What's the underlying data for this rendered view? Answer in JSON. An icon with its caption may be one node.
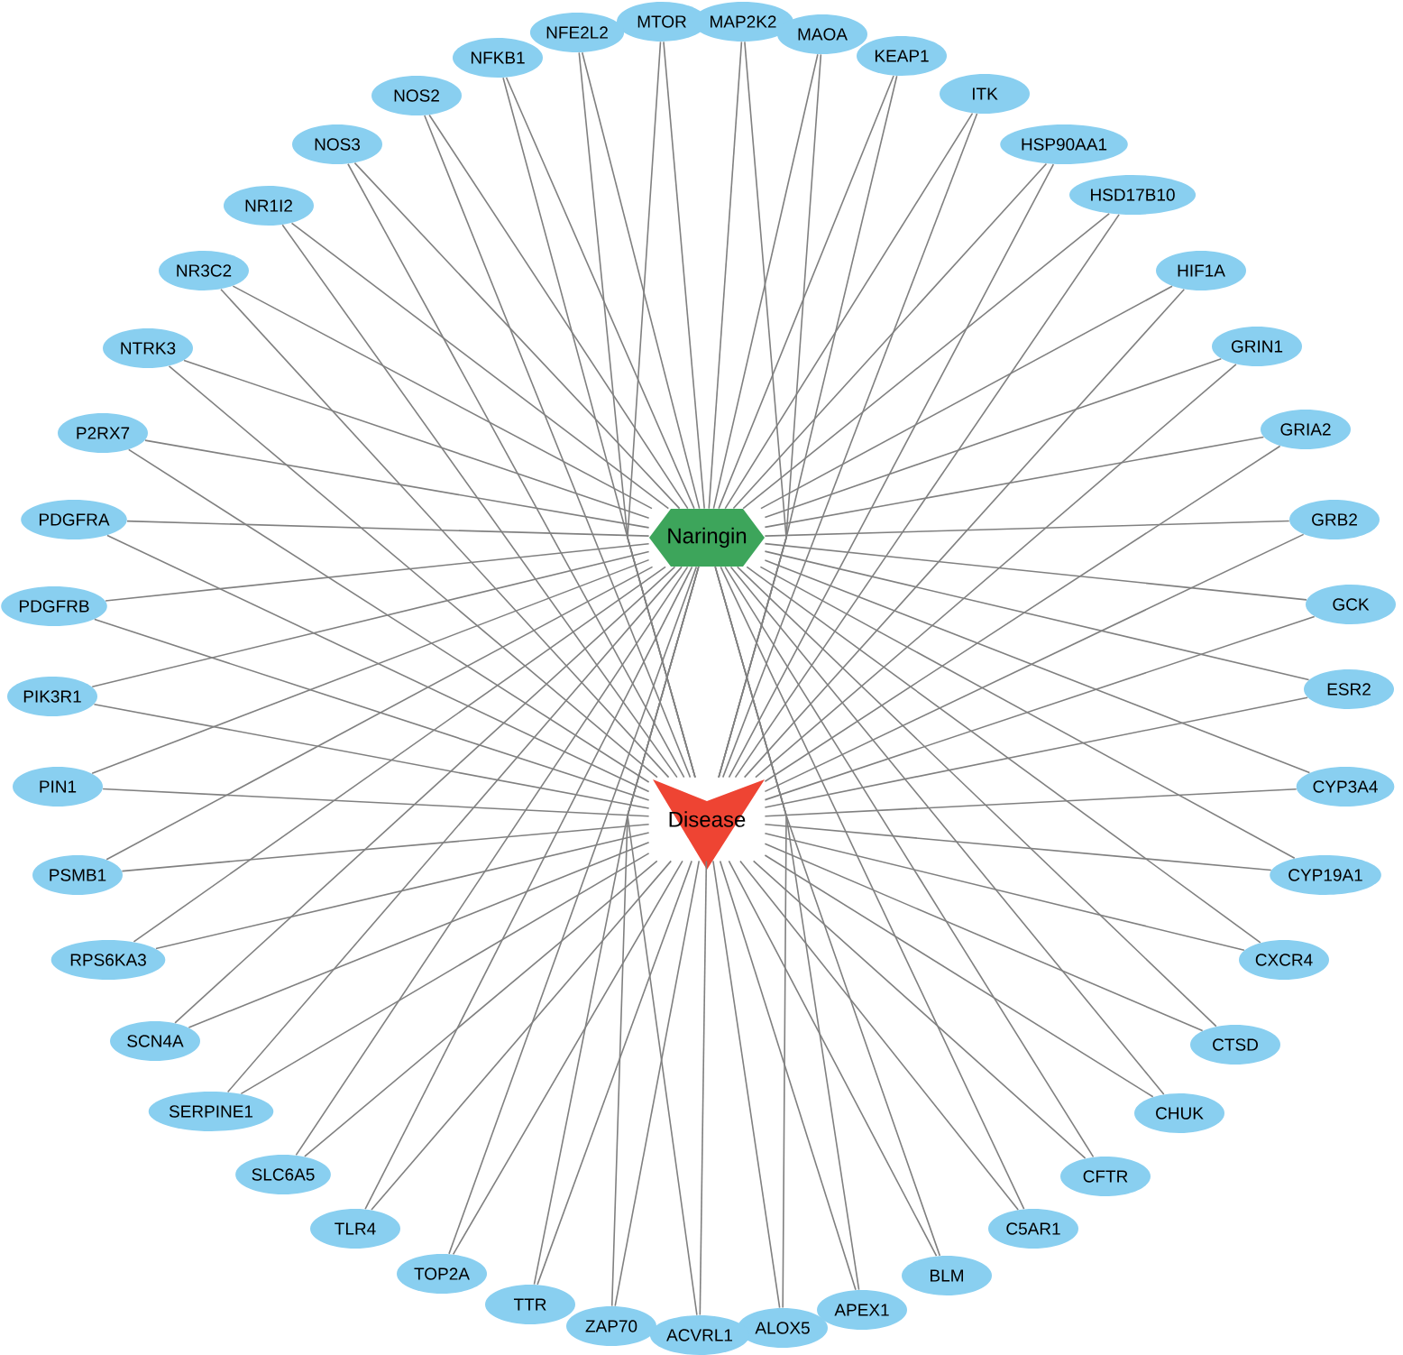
{
  "diagram": {
    "nodes": [
      {
        "text": [
          "Naringin"
        ]
      },
      {
        "text": [
          "Disease"
        ]
      },
      {
        "text": [
          "MTOR"
        ]
      },
      {
        "text": [
          "MAP2K2"
        ]
      },
      {
        "text": [
          "MAOA"
        ]
      },
      {
        "text": [
          "KEAP1"
        ]
      },
      {
        "text": [
          "ITK"
        ]
      },
      {
        "text": [
          "HSP90AA1"
        ]
      },
      {
        "text": [
          "HSD17B10"
        ]
      },
      {
        "text": [
          "HIF1A"
        ]
      },
      {
        "text": [
          "GRIN1"
        ]
      },
      {
        "text": [
          "GRIA2"
        ]
      },
      {
        "text": [
          "GRB2"
        ]
      },
      {
        "text": [
          "GCK"
        ]
      },
      {
        "text": [
          "ESR2"
        ]
      },
      {
        "text": [
          "CYP3A4"
        ]
      },
      {
        "text": [
          "CYP19A1"
        ]
      },
      {
        "text": [
          "CXCR4"
        ]
      },
      {
        "text": [
          "CTSD"
        ]
      },
      {
        "text": [
          "CHUK"
        ]
      },
      {
        "text": [
          "CFTR"
        ]
      },
      {
        "text": [
          "C5AR1"
        ]
      },
      {
        "text": [
          "BLM"
        ]
      },
      {
        "text": [
          "APEX1"
        ]
      },
      {
        "text": [
          "ALOX5"
        ]
      },
      {
        "text": [
          "ACVRL1"
        ]
      },
      {
        "text": [
          "ZAP70"
        ]
      },
      {
        "text": [
          "TTR"
        ]
      },
      {
        "text": [
          "TOP2A"
        ]
      },
      {
        "text": [
          "TLR4"
        ]
      },
      {
        "text": [
          "SLC6A5"
        ]
      },
      {
        "text": [
          "SERPINE1"
        ]
      },
      {
        "text": [
          "SCN4A"
        ]
      },
      {
        "text": [
          "RPS6KA3"
        ]
      },
      {
        "text": [
          "PSMB1"
        ]
      },
      {
        "text": [
          "PIN1"
        ]
      },
      {
        "text": [
          "PIK3R1"
        ]
      },
      {
        "text": [
          "PDGFRB"
        ]
      },
      {
        "text": [
          "PDGFRA"
        ]
      },
      {
        "text": [
          "P2RX7"
        ]
      },
      {
        "text": [
          "NTRK3"
        ]
      },
      {
        "text": [
          "NR3C2"
        ]
      },
      {
        "text": [
          "NR1I2"
        ]
      },
      {
        "text": [
          "NOS3"
        ]
      },
      {
        "text": [
          "NOS2"
        ]
      },
      {
        "text": [
          "NFKB1"
        ]
      },
      {
        "text": [
          "NFE2L2"
        ]
      }
    ],
    "edges": [
      {
        "from": 2,
        "to": 0,
        "arrow": "none"
      },
      {
        "from": 2,
        "to": 1,
        "arrow": "none"
      },
      {
        "from": 3,
        "to": 0,
        "arrow": "none"
      },
      {
        "from": 3,
        "to": 1,
        "arrow": "none"
      },
      {
        "from": 4,
        "to": 0,
        "arrow": "none"
      },
      {
        "from": 4,
        "to": 1,
        "arrow": "none"
      },
      {
        "from": 5,
        "to": 0,
        "arrow": "none"
      },
      {
        "from": 5,
        "to": 1,
        "arrow": "none"
      },
      {
        "from": 6,
        "to": 0,
        "arrow": "none"
      },
      {
        "from": 6,
        "to": 1,
        "arrow": "none"
      },
      {
        "from": 7,
        "to": 0,
        "arrow": "none"
      },
      {
        "from": 7,
        "to": 1,
        "arrow": "none"
      },
      {
        "from": 8,
        "to": 0,
        "arrow": "none"
      },
      {
        "from": 8,
        "to": 1,
        "arrow": "none"
      },
      {
        "from": 9,
        "to": 0,
        "arrow": "none"
      },
      {
        "from": 9,
        "to": 1,
        "arrow": "none"
      },
      {
        "from": 10,
        "to": 0,
        "arrow": "none"
      },
      {
        "from": 10,
        "to": 1,
        "arrow": "none"
      },
      {
        "from": 11,
        "to": 0,
        "arrow": "none"
      },
      {
        "from": 11,
        "to": 1,
        "arrow": "none"
      },
      {
        "from": 12,
        "to": 0,
        "arrow": "none"
      },
      {
        "from": 12,
        "to": 1,
        "arrow": "none"
      },
      {
        "from": 13,
        "to": 0,
        "arrow": "none"
      },
      {
        "from": 13,
        "to": 1,
        "arrow": "none"
      },
      {
        "from": 14,
        "to": 0,
        "arrow": "none"
      },
      {
        "from": 14,
        "to": 1,
        "arrow": "none"
      },
      {
        "from": 15,
        "to": 0,
        "arrow": "none"
      },
      {
        "from": 15,
        "to": 1,
        "arrow": "none"
      },
      {
        "from": 16,
        "to": 0,
        "arrow": "none"
      },
      {
        "from": 16,
        "to": 1,
        "arrow": "none"
      },
      {
        "from": 17,
        "to": 0,
        "arrow": "none"
      },
      {
        "from": 17,
        "to": 1,
        "arrow": "none"
      },
      {
        "from": 18,
        "to": 0,
        "arrow": "none"
      },
      {
        "from": 18,
        "to": 1,
        "arrow": "none"
      },
      {
        "from": 19,
        "to": 0,
        "arrow": "none"
      },
      {
        "from": 19,
        "to": 1,
        "arrow": "none"
      },
      {
        "from": 20,
        "to": 0,
        "arrow": "none"
      },
      {
        "from": 20,
        "to": 1,
        "arrow": "none"
      },
      {
        "from": 21,
        "to": 0,
        "arrow": "none"
      },
      {
        "from": 21,
        "to": 1,
        "arrow": "none"
      },
      {
        "from": 22,
        "to": 0,
        "arrow": "none"
      },
      {
        "from": 22,
        "to": 1,
        "arrow": "none"
      },
      {
        "from": 23,
        "to": 0,
        "arrow": "none"
      },
      {
        "from": 23,
        "to": 1,
        "arrow": "none"
      },
      {
        "from": 24,
        "to": 0,
        "arrow": "none"
      },
      {
        "from": 24,
        "to": 1,
        "arrow": "none"
      },
      {
        "from": 25,
        "to": 0,
        "arrow": "none"
      },
      {
        "from": 25,
        "to": 1,
        "arrow": "none"
      },
      {
        "from": 26,
        "to": 0,
        "arrow": "none"
      },
      {
        "from": 26,
        "to": 1,
        "arrow": "none"
      },
      {
        "from": 27,
        "to": 0,
        "arrow": "none"
      },
      {
        "from": 27,
        "to": 1,
        "arrow": "none"
      },
      {
        "from": 28,
        "to": 0,
        "arrow": "none"
      },
      {
        "from": 28,
        "to": 1,
        "arrow": "none"
      },
      {
        "from": 29,
        "to": 0,
        "arrow": "none"
      },
      {
        "from": 29,
        "to": 1,
        "arrow": "none"
      },
      {
        "from": 30,
        "to": 0,
        "arrow": "none"
      },
      {
        "from": 30,
        "to": 1,
        "arrow": "none"
      },
      {
        "from": 31,
        "to": 0,
        "arrow": "none"
      },
      {
        "from": 31,
        "to": 1,
        "arrow": "none"
      },
      {
        "from": 32,
        "to": 0,
        "arrow": "none"
      },
      {
        "from": 32,
        "to": 1,
        "arrow": "none"
      },
      {
        "from": 33,
        "to": 0,
        "arrow": "none"
      },
      {
        "from": 33,
        "to": 1,
        "arrow": "none"
      },
      {
        "from": 34,
        "to": 0,
        "arrow": "none"
      },
      {
        "from": 34,
        "to": 1,
        "arrow": "none"
      },
      {
        "from": 35,
        "to": 0,
        "arrow": "none"
      },
      {
        "from": 35,
        "to": 1,
        "arrow": "none"
      },
      {
        "from": 36,
        "to": 0,
        "arrow": "none"
      },
      {
        "from": 36,
        "to": 1,
        "arrow": "none"
      },
      {
        "from": 37,
        "to": 0,
        "arrow": "none"
      },
      {
        "from": 37,
        "to": 1,
        "arrow": "none"
      },
      {
        "from": 38,
        "to": 0,
        "arrow": "none"
      },
      {
        "from": 38,
        "to": 1,
        "arrow": "none"
      },
      {
        "from": 39,
        "to": 0,
        "arrow": "none"
      },
      {
        "from": 39,
        "to": 1,
        "arrow": "none"
      },
      {
        "from": 40,
        "to": 0,
        "arrow": "none"
      },
      {
        "from": 40,
        "to": 1,
        "arrow": "none"
      },
      {
        "from": 41,
        "to": 0,
        "arrow": "none"
      },
      {
        "from": 41,
        "to": 1,
        "arrow": "none"
      },
      {
        "from": 42,
        "to": 0,
        "arrow": "none"
      },
      {
        "from": 42,
        "to": 1,
        "arrow": "none"
      },
      {
        "from": 43,
        "to": 0,
        "arrow": "none"
      },
      {
        "from": 43,
        "to": 1,
        "arrow": "none"
      },
      {
        "from": 44,
        "to": 0,
        "arrow": "none"
      },
      {
        "from": 44,
        "to": 1,
        "arrow": "none"
      },
      {
        "from": 45,
        "to": 0,
        "arrow": "none"
      },
      {
        "from": 45,
        "to": 1,
        "arrow": "none"
      },
      {
        "from": 46,
        "to": 0,
        "arrow": "none"
      },
      {
        "from": 46,
        "to": 1,
        "arrow": "none"
      }
    ]
  }
}
